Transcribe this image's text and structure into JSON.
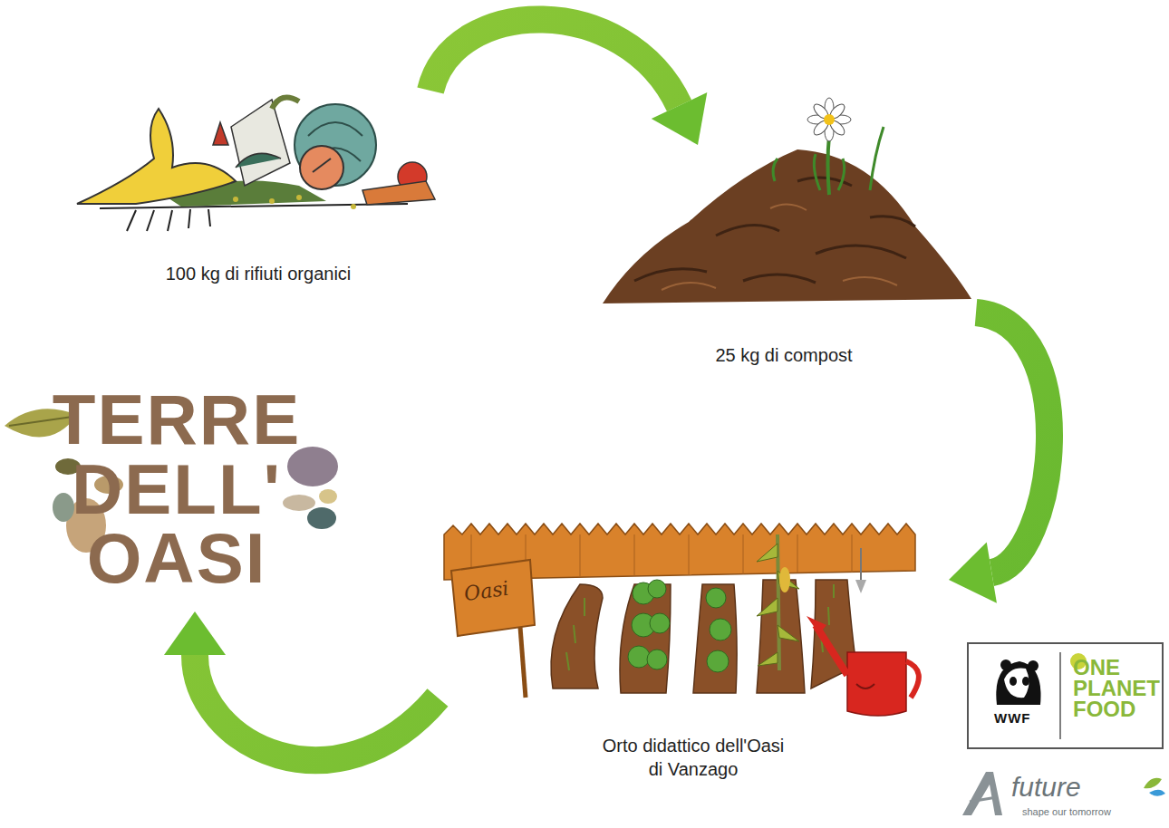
{
  "diagram": {
    "nodes": [
      {
        "text": [
          "100 kg di rifiuti organici"
        ]
      },
      {
        "text": [
          "25 kg di compost"
        ]
      },
      {
        "text": [
          "Orto didattico dell'Oasi di Vanzago"
        ]
      },
      {
        "text": [
          "TERRE DELL' OASI"
        ]
      }
    ],
    "edges": [
      {
        "from": 0,
        "to": 1,
        "arrow": "to"
      },
      {
        "from": 1,
        "to": 2,
        "arrow": "to"
      },
      {
        "from": 2,
        "to": 3,
        "arrow": "to"
      }
    ],
    "labels": [
      "Oasi",
      "WWF",
      "ONE PLANET FOOD",
      "future",
      "shape our tomorrow"
    ]
  }
}
